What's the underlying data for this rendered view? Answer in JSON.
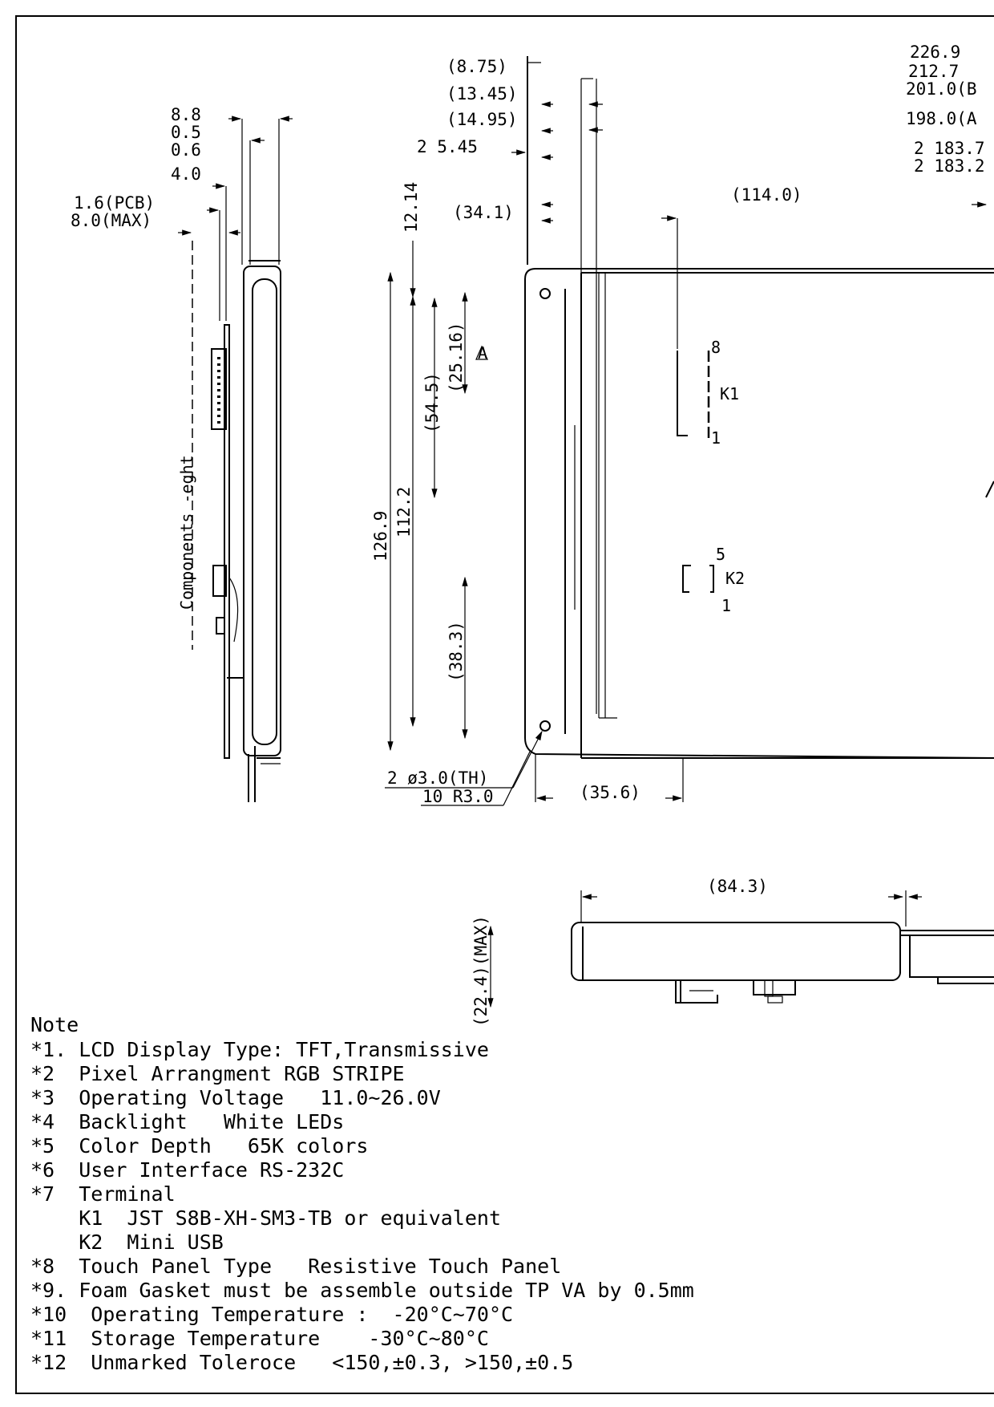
{
  "side_view_dims": {
    "d1": "8.8",
    "d2": "0.5",
    "d3": "0.6",
    "d4": "4.0",
    "pcb": "1.6(PCB)",
    "max": "8.0(MAX)",
    "components_height": "Components -eght"
  },
  "left_dims": {
    "top": "(8.75)",
    "second": "(13.45)",
    "third": "(14.95)",
    "hole_offset": "2  5.45",
    "margin": "(34.1)",
    "vertical_12": "12.14",
    "height_126": "126.9",
    "height_112": "112.2",
    "height_54": "(54.5)",
    "height_25": "(25.16)",
    "height_38": "(38.3)",
    "hole_spec": "2  ø3.0(TH)",
    "radius_spec": "10  R3.0",
    "bottom_offset": "(35.6)",
    "rev_mark": "A"
  },
  "top_dims": {
    "w226": "226.9",
    "w212": "212.7",
    "w201": "201.0(B",
    "w198": "198.0(A",
    "w183a": "2  183.7",
    "w183b": "2  183.2",
    "w114": "(114.0)"
  },
  "connectors": {
    "k1_label": "K1",
    "k1_top": "8",
    "k1_bottom": "1",
    "k2_label": "K2",
    "k2_top": "5",
    "k2_bottom": "1"
  },
  "bottom_view": {
    "width": "(84.3)",
    "height": "(22.4)(MAX)"
  },
  "notes": {
    "title": "Note",
    "items": [
      "*1. LCD Display Type: TFT,Transmissive",
      "*2  Pixel Arrangment RGB STRIPE",
      "*3  Operating Voltage   11.0~26.0V",
      "*4  Backlight   White LEDs",
      "*5  Color Depth   65K colors",
      "*6  User Interface RS-232C",
      "*7  Terminal",
      "    K1  JST S8B-XH-SM3-TB or equivalent",
      "    K2  Mini USB",
      "*8  Touch Panel Type   Resistive Touch Panel",
      "*9. Foam Gasket must be assemble outside TP VA by 0.5mm",
      "*10  Operating Temperature :  -20°C~70°C",
      "*11  Storage Temperature    -30°C~80°C",
      "*12  Unmarked Toleroce   <150,±0.3, >150,±0.5"
    ]
  }
}
